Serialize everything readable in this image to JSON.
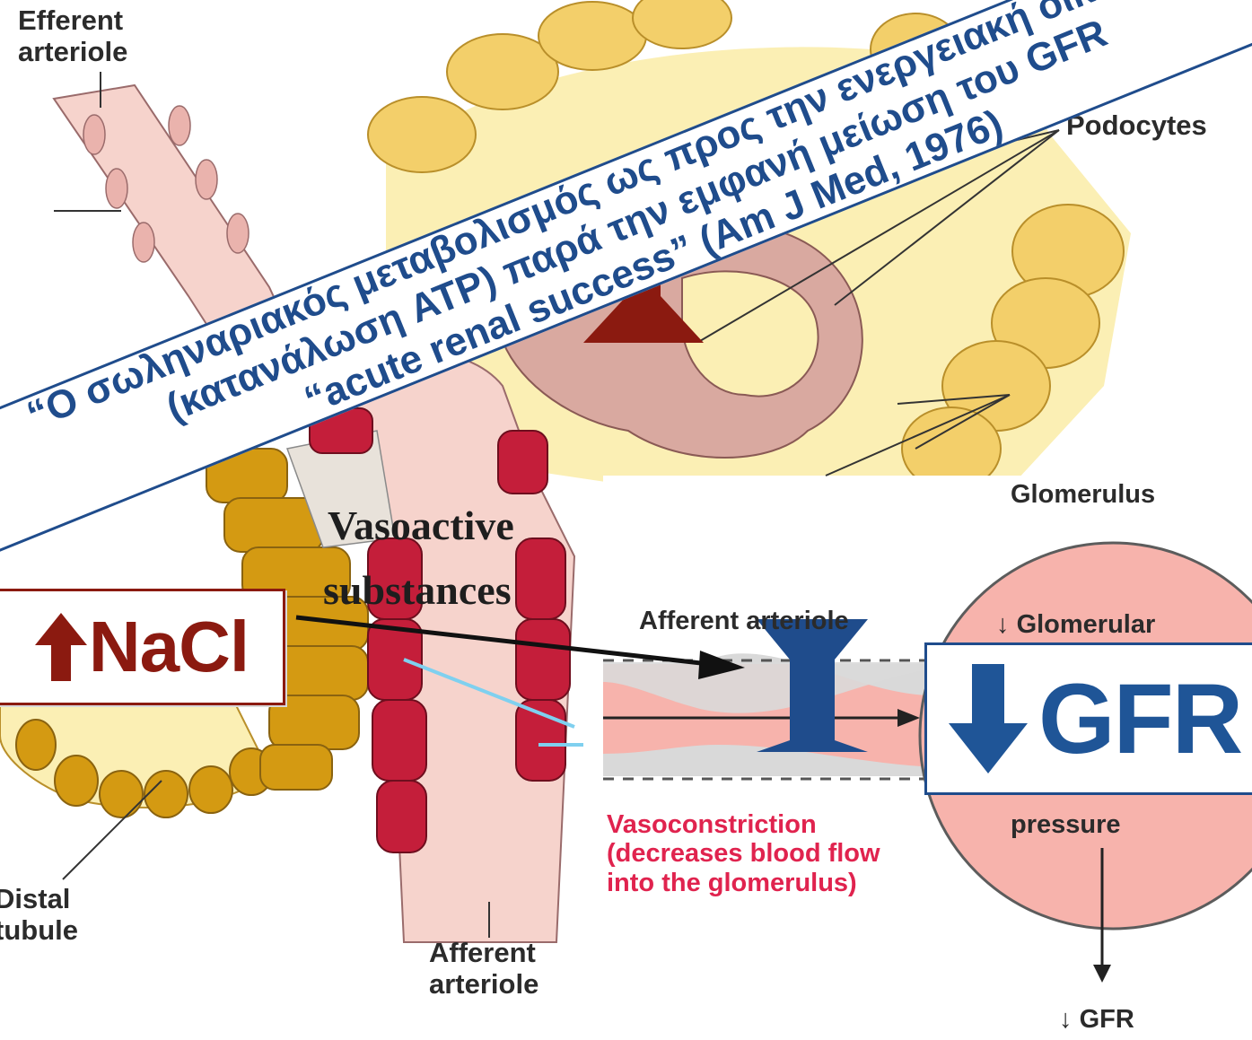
{
  "labels": {
    "efferent_arteriole": [
      "Efferent",
      "arteriole"
    ],
    "podocytes": "Podocytes",
    "glomerulus": "Glomerulus",
    "afferent_arteriole_top": "Afferent arteriole",
    "glomerular": "Glomerular",
    "pressure": "pressure",
    "vasoconstriction": [
      "Vasoconstriction",
      "(decreases blood flow",
      "into the glomerulus)"
    ],
    "distal_tubule": [
      "Distal",
      "tubule"
    ],
    "afferent_arteriole_bottom": [
      "Afferent",
      "arteriole"
    ],
    "gfr_small": "GFR",
    "vasoactive": [
      "Vasoactive",
      "substances"
    ]
  },
  "banner": {
    "line1": "“Ο σωληναριακός μεταβολισμός ως προς την ενεργειακή οικονομία",
    "line2": "(κατανάλωση ATP) παρά την εμφανή μείωση του GFR",
    "line3": "“acute renal success” (Am J Med, 1976)"
  },
  "callouts": {
    "nacl": "NaCl",
    "gfr": "GFR"
  },
  "colors": {
    "banner_blue": "#1f4c8c",
    "dark_red": "#8b1a10",
    "gfr_blue": "#1f5597",
    "vasoconstriction_red": "#e0234e",
    "tissue_pink": "#f6d3cc",
    "tubule_yellow": "#f3cf6a",
    "macula_densa_gold": "#d49a12",
    "granular_red": "#c41e3a",
    "glomerulus_pink": "#f7b3ac"
  },
  "icons": [
    "up-arrow-icon",
    "down-arrow-icon",
    "inhibition-t-icon",
    "constriction-i-beam-icon"
  ]
}
